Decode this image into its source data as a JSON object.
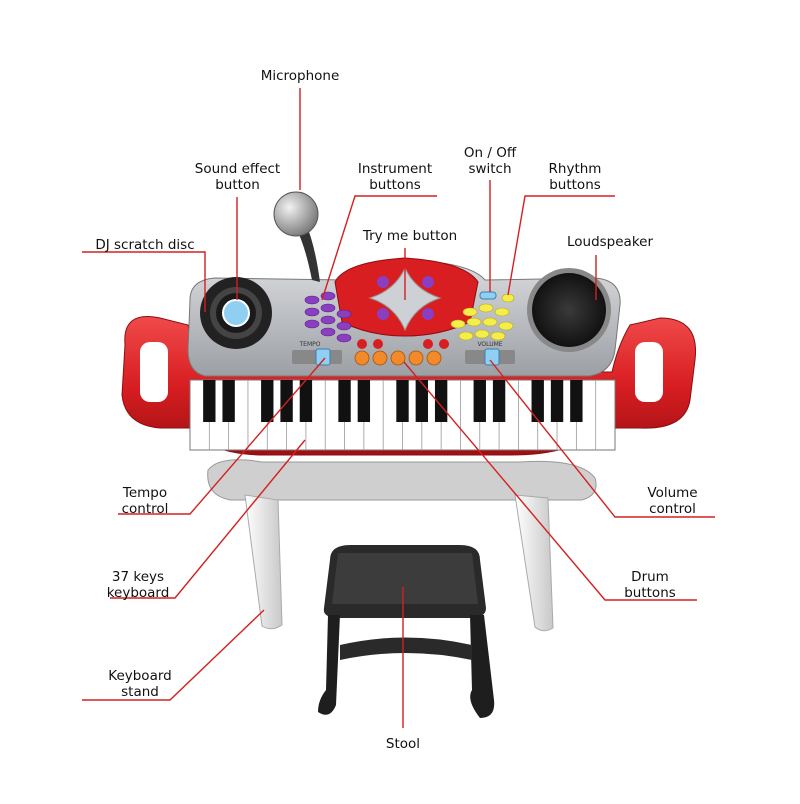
{
  "labels": {
    "microphone": [
      "Microphone"
    ],
    "sound_effect": [
      "Sound effect",
      "button"
    ],
    "instrument": [
      "Instrument",
      "buttons"
    ],
    "on_off": [
      "On / Off",
      "switch"
    ],
    "rhythm": [
      "Rhythm",
      "buttons"
    ],
    "dj_scratch": [
      "DJ scratch disc"
    ],
    "try_me": [
      "Try me button"
    ],
    "loudspeaker": [
      "Loudspeaker"
    ],
    "tempo": [
      "Tempo",
      "control"
    ],
    "volume": [
      "Volume",
      "control"
    ],
    "keys": [
      "37 keys",
      "keyboard"
    ],
    "drum": [
      "Drum",
      "buttons"
    ],
    "stand": [
      "Keyboard",
      "stand"
    ],
    "stool": [
      "Stool"
    ]
  },
  "panel_text": {
    "tempo": "TEMPO",
    "volume": "VOLUME"
  },
  "colors": {
    "body_red": "#d81e22",
    "panel_silver": "#b9bcc0",
    "leader_line": "#d42020",
    "stool_black": "#1e1e1e",
    "stand_white": "#eeeeee"
  }
}
